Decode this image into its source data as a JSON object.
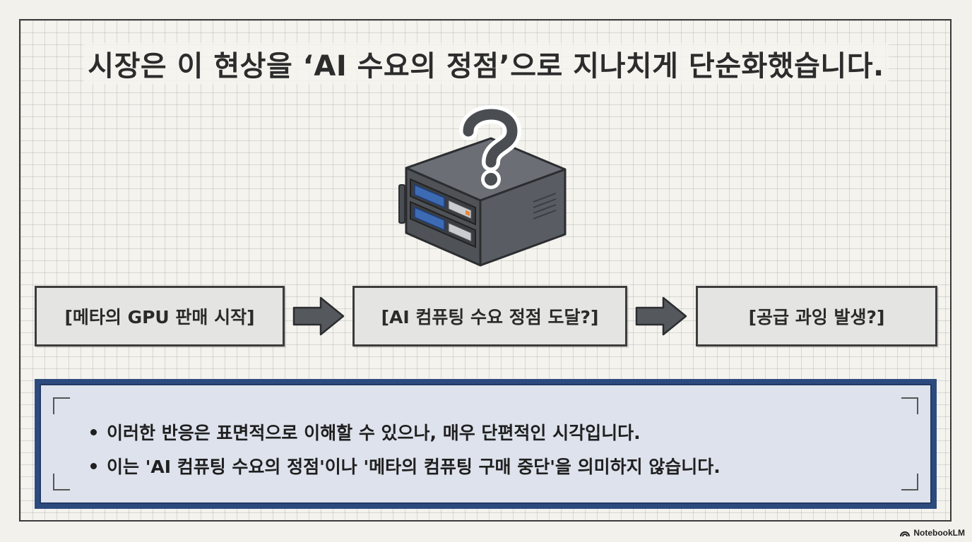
{
  "title": "시장은 이 현상을 ‘AI 수요의 정점’으로 지나치게 단순화했습니다.",
  "icon": {
    "name": "server-question-icon",
    "question_mark": "?"
  },
  "flow": [
    {
      "label": "[메타의 GPU 판매 시작]"
    },
    {
      "label": "[AI 컴퓨팅 수요 정점 도달?]"
    },
    {
      "label": "[공급 과잉 발생?]"
    }
  ],
  "note": {
    "bullets": [
      "이러한 반응은 표면적으로 이해할 수 있으나, 매우 단편적인 시각입니다.",
      "이는 'AI 컴퓨팅 수요의 정점'이나 '메타의 컴퓨팅 구매 중단'을 의미하지 않습니다."
    ]
  },
  "brand": {
    "label": "NotebookLM"
  },
  "colors": {
    "background": "#f2f1ec",
    "box_fill": "#e4e4e2",
    "note_border": "#2c4a7e",
    "note_fill": "#dde2ec",
    "server_body": "#5f6369",
    "server_accent": "#3d6bb3",
    "server_light": "#e8863a"
  }
}
